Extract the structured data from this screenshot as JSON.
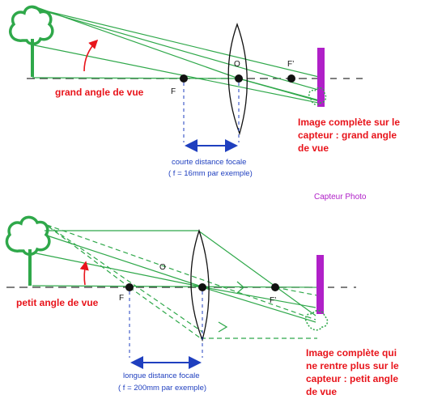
{
  "colors": {
    "ray": "#2fa84a",
    "tree": "#2fa84a",
    "axis": "#333333",
    "sensor": "#b020c8",
    "angle_arrow": "#e8141b",
    "dimension": "#1f3fbf",
    "label_red": "#e8141b"
  },
  "top": {
    "angle_label": "grand angle de vue",
    "focus_label": "F",
    "center_label": "O",
    "focus_prime_label": "F’",
    "focal_caption_line1": "courte distance focale",
    "focal_caption_line2": "( f = 16mm par exemple)",
    "result_line1": "Image complète sur le",
    "result_line2": "capteur : grand angle",
    "result_line3": "de vue"
  },
  "sensor_label": "Capteur Photo",
  "bottom": {
    "angle_label": "petit angle de vue",
    "focus_label": "F",
    "center_label": "O",
    "focus_prime_label": "F’",
    "focal_caption_line1": "longue distance focale",
    "focal_caption_line2": "( f = 200mm par exemple)",
    "result_line1": "Image complète qui",
    "result_line2": "ne rentre plus sur le",
    "result_line3": "capteur : petit angle",
    "result_line4": "de vue"
  }
}
